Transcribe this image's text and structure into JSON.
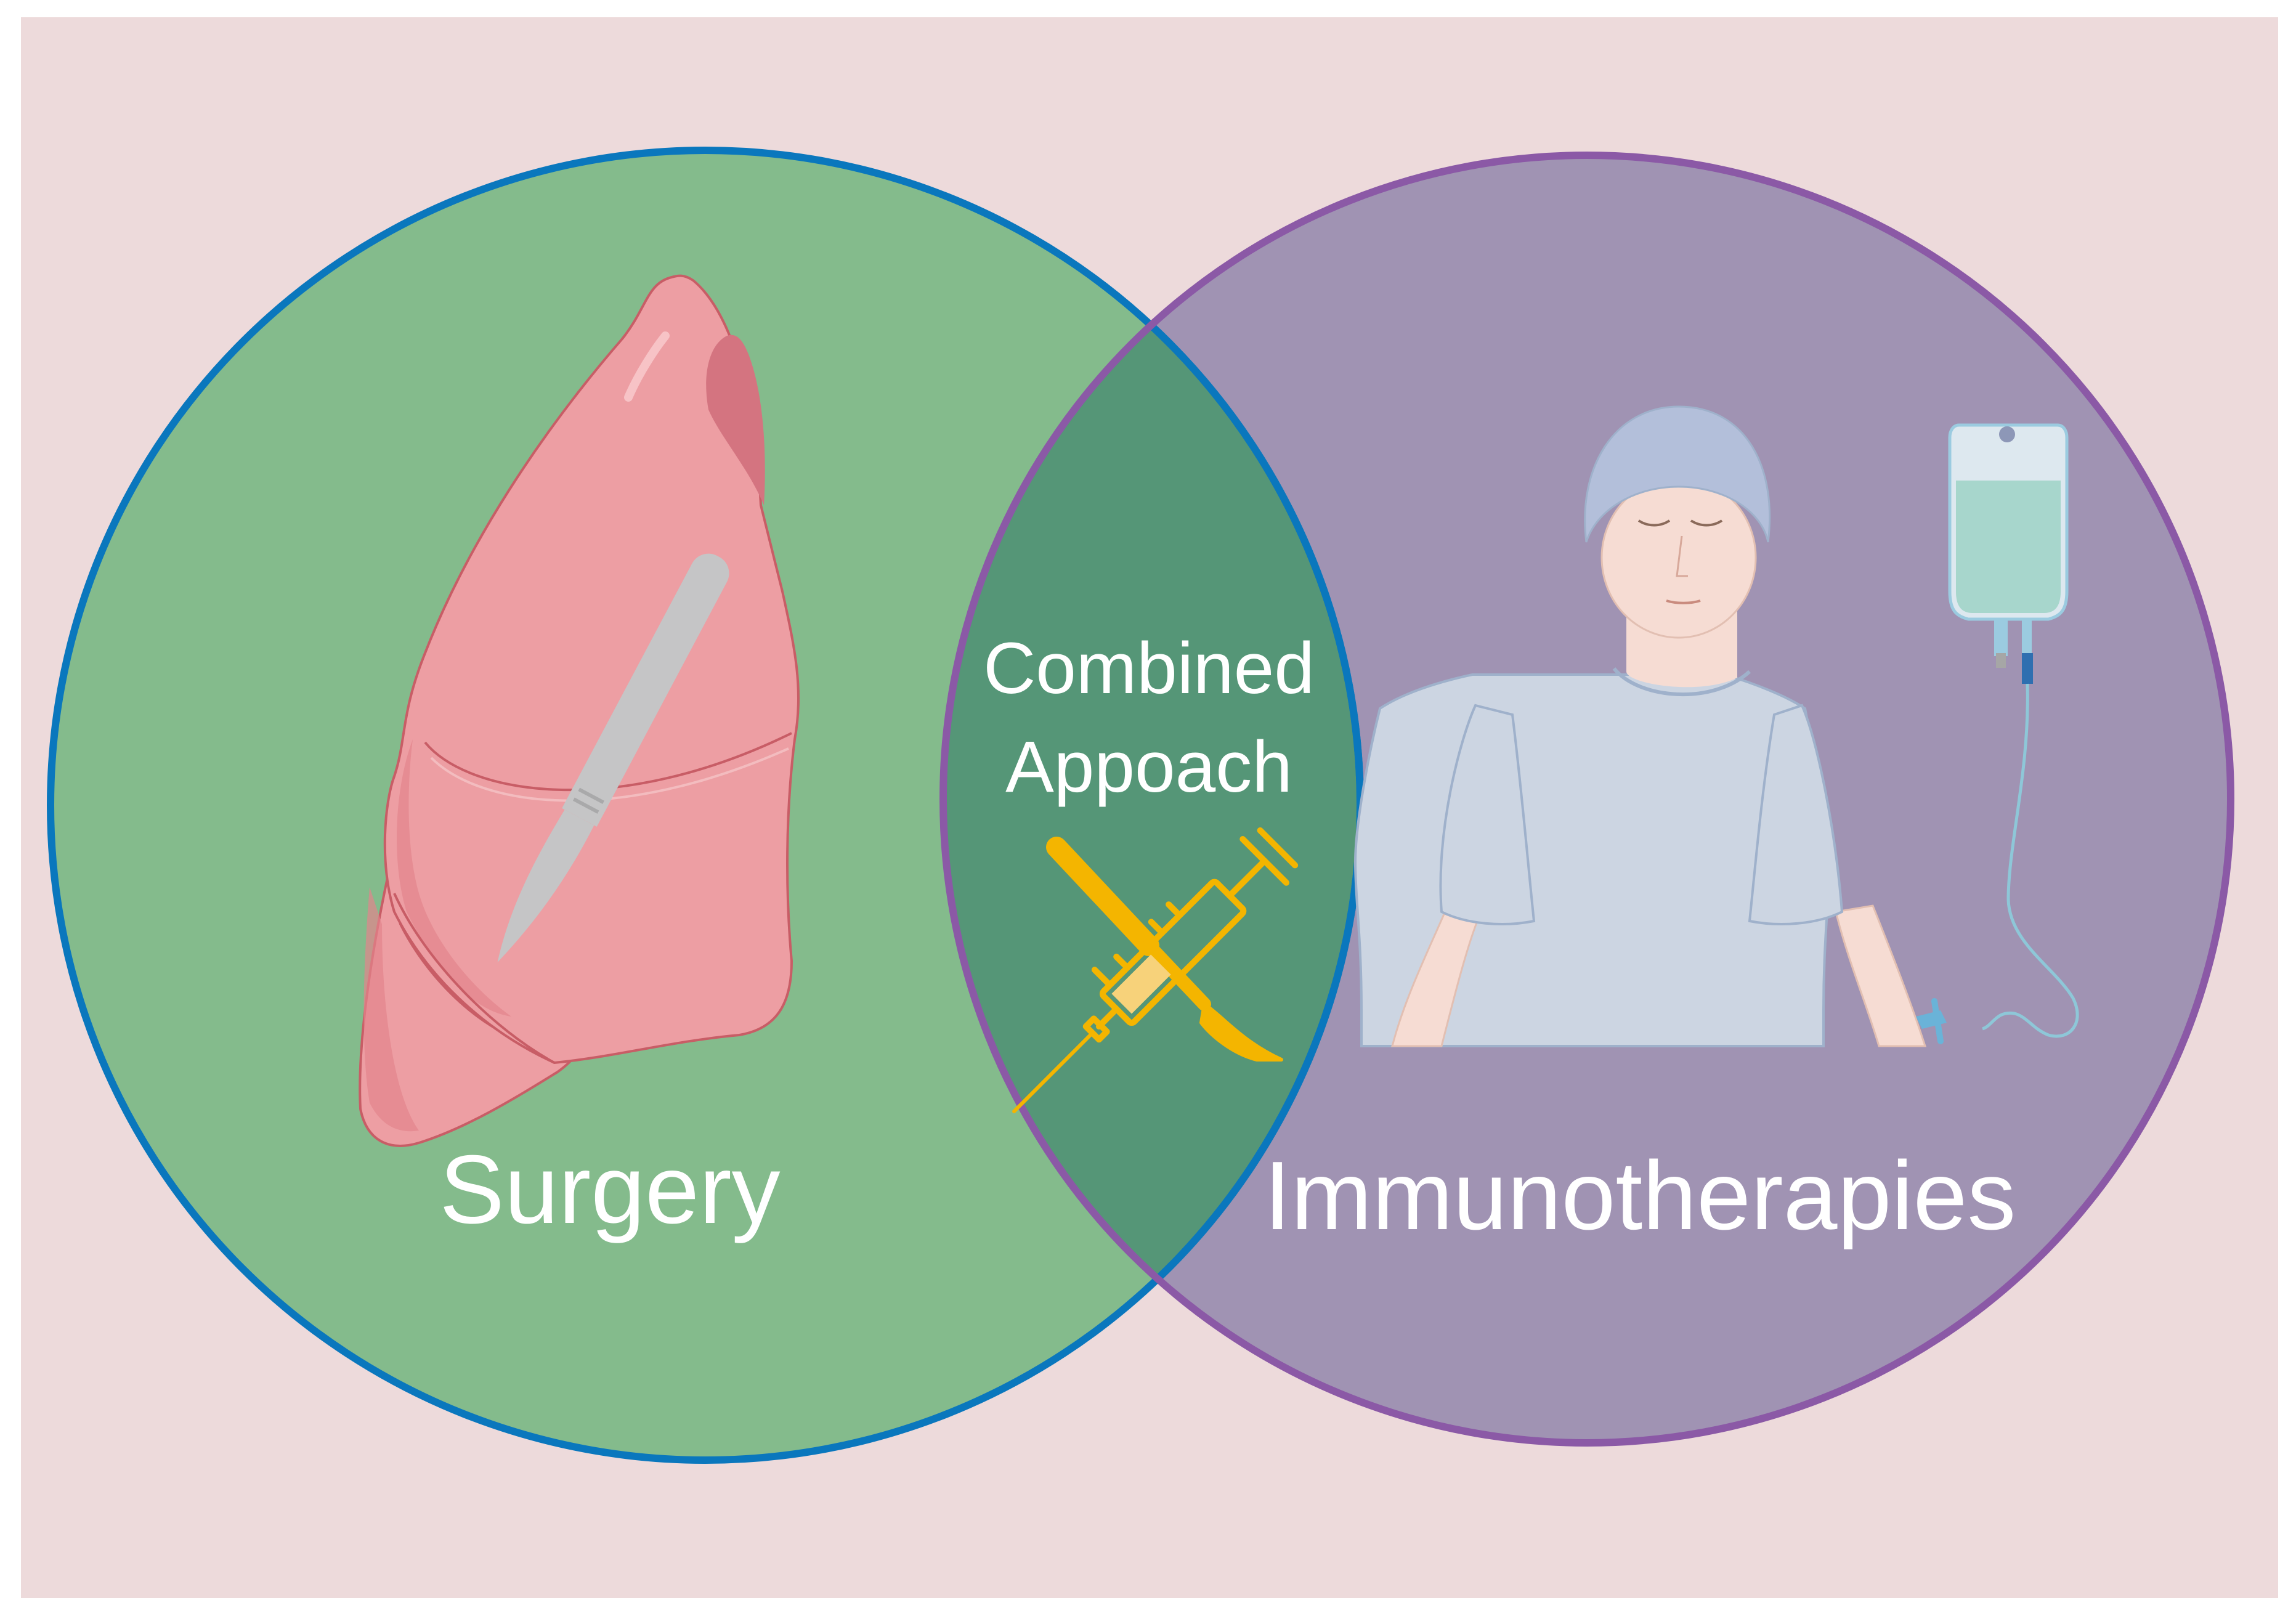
{
  "colors": {
    "page_background": "#ffffff",
    "panel_background": "#eddadb",
    "surgery_fill": "#84bb8c",
    "surgery_stroke": "#0a77bd",
    "immuno_fill": "#a093b3",
    "immuno_stroke": "#8b59a6",
    "overlap_fill": "#559677",
    "label_text": "#ffffff",
    "lung_fill": "#ed9ea3",
    "lung_shadow": "#e2848c",
    "lung_outline": "#c85d66",
    "scalpel": "#c5c5c6",
    "icon_gold": "#f4b500",
    "gown": "#ccd5e2",
    "gown_outline": "#9fb1cb",
    "skin": "#f6dcd3",
    "cap": "#b3bfda",
    "iv_fluid": "#a7d6cc"
  },
  "diagram": {
    "surgery_label": "Surgery",
    "immuno_label": "Immunotherapies",
    "overlap_label_line1": "Combined",
    "overlap_label_line2": "Appoach"
  },
  "icons": {
    "left_circle": "lung-with-scalpel-icon",
    "overlap": "syringe-and-scalpel-icon",
    "right_circle": "patient-with-iv-drip-icon"
  }
}
